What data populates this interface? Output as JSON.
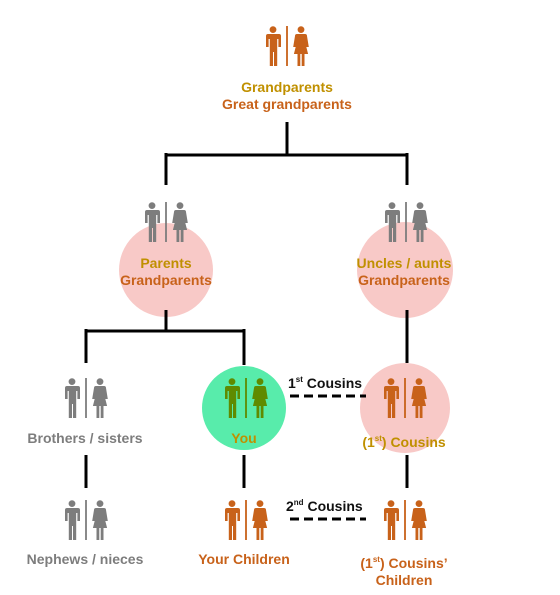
{
  "colors": {
    "gold": "#c09000",
    "orange": "#c8621a",
    "gray": "#7d7d7d",
    "green": "#5f8b00",
    "pink": "#f8c9c7",
    "mint": "#58ecab",
    "line": "#000000"
  },
  "icon": "male-female-pair-icon",
  "nodes": {
    "grandparents": {
      "line1": "Grandparents",
      "line2": "Great grandparents"
    },
    "parents": {
      "line1": "Parents",
      "line2": "Grandparents"
    },
    "uncles": {
      "line1": "Uncles / aunts",
      "line2": "Grandparents"
    },
    "siblings": {
      "line1": "Brothers / sisters"
    },
    "you": {
      "line1": "You"
    },
    "cousins": {
      "pre": "(1",
      "sup": "st",
      "post": ") Cousins"
    },
    "nephews": {
      "line1": "Nephews / nieces"
    },
    "children": {
      "line1": "Your Children"
    },
    "cousins_children": {
      "pre": "(1",
      "sup": "st",
      "post": ") Cousins’",
      "line2": "Children"
    }
  },
  "relations": {
    "first_cousins": {
      "num": "1",
      "sup": "st",
      "text": " Cousins"
    },
    "second_cousins": {
      "num": "2",
      "sup": "nd",
      "text": " Cousins"
    }
  }
}
